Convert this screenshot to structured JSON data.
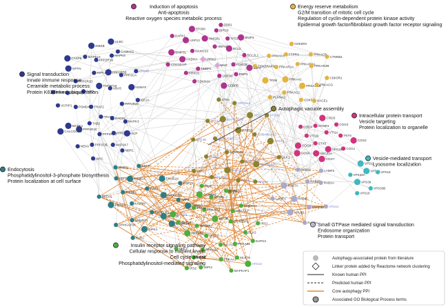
{
  "go_terms": [
    {
      "id": "apoptosis",
      "color": "#b0338f",
      "anchor": "middle",
      "lines": [
        "Induction of apoptosis",
        "Anti-apoptosis",
        "Reactive oxygen species metabolic process"
      ]
    },
    {
      "id": "energy",
      "color": "#e3b440",
      "anchor": "start",
      "lines": [
        "Energy reserve metabolism",
        "G2/M transition of mitotic cell cycle",
        "Regulation of cyclin-dependent protein kinase activity",
        "Epidermal growth factor/fibroblast growth factor receptor signaling"
      ]
    },
    {
      "id": "autophagic",
      "color": "#8a8330",
      "anchor": "start",
      "lines": [
        "Autophagic vacuole assembly"
      ]
    },
    {
      "id": "signal",
      "color": "#2e3a8f",
      "anchor": "start",
      "lines": [
        "Signal transduction",
        "Innate immune response",
        "Ceramide metabolic process",
        "Protein K63-linked ubiquitination"
      ]
    },
    {
      "id": "intracellular",
      "color": "#d1347c",
      "anchor": "start",
      "lines": [
        "Intracellular protein transport",
        "Vesicle targeting",
        "Protein localization to organelle"
      ]
    },
    {
      "id": "vesicle",
      "color": "#3fb8c0",
      "anchor": "start",
      "lines": [
        "Vesicle-mediated transport",
        "Lysosome localization"
      ]
    },
    {
      "id": "endocytosis",
      "color": "#2b7f86",
      "anchor": "start",
      "lines": [
        "Endocytosis",
        "Phosphatidylinositol-3-phosphate biosynthesis",
        "Protein localization at cell surface"
      ]
    },
    {
      "id": "smallgtpase",
      "color": "#b9b9d6",
      "anchor": "start",
      "lines": [
        "Small GTPase mediated signal transduction",
        "Endosome organization",
        "Protein transport"
      ]
    },
    {
      "id": "insulin",
      "color": "#4caf3e",
      "anchor": "end",
      "lines": [
        "Insulin receptor signaling pathway",
        "Cellular response to nutrient levels",
        "Cell cycle arrest",
        "Phosphatidylinositol-mediated signaling"
      ]
    }
  ],
  "legend": {
    "items": [
      {
        "kind": "circle",
        "label": "Autophagy-associated protein from literature"
      },
      {
        "kind": "diamond",
        "label": "Linker protein added by Reactome network clustering"
      },
      {
        "kind": "solid",
        "label": "Known human PPI"
      },
      {
        "kind": "dashed",
        "label": "Predicted human PPI"
      },
      {
        "kind": "orange",
        "label": "Core autophagy PPI"
      },
      {
        "kind": "go",
        "label": "Associated GO Biological Process terms"
      }
    ]
  },
  "colors": {
    "apoptosis": "#b0338f",
    "energy": "#e3b440",
    "autophagic": "#8a8330",
    "signal": "#2e3a8f",
    "intracellular": "#d1347c",
    "vesicle": "#3fb8c0",
    "endocytosis": "#2b7f86",
    "smallgtpase": "#a9a9c9",
    "insulin": "#4caf3e",
    "core_edge": "#e08a3c",
    "ppi_edge": "#c8c8c8"
  },
  "nodes": [
    {
      "label": "LRRK2",
      "c": "apoptosis",
      "shape": "diamond"
    },
    {
      "label": "HNF4A",
      "c": "apoptosis"
    },
    {
      "label": "MAX",
      "c": "apoptosis",
      "shape": "diamond"
    },
    {
      "label": "NANOS3",
      "c": "apoptosis"
    },
    {
      "label": "BCL2",
      "c": "apoptosis"
    },
    {
      "label": "NBBP2",
      "c": "apoptosis"
    },
    {
      "label": "HMGB1",
      "c": "apoptosis"
    },
    {
      "label": "FOXO3",
      "c": "apoptosis"
    },
    {
      "label": "HADHA",
      "c": "apoptosis"
    },
    {
      "label": "TP53",
      "c": "apoptosis"
    },
    {
      "label": "USP10",
      "c": "apoptosis"
    },
    {
      "label": "USP13",
      "c": "apoptosis"
    },
    {
      "label": "BCL2L1",
      "c": "apoptosis"
    },
    {
      "label": "FOXO1",
      "c": "apoptosis"
    },
    {
      "label": "BIRC6",
      "c": "apoptosis"
    },
    {
      "label": "BNIP1",
      "c": "apoptosis"
    },
    {
      "label": "BNIP3L",
      "c": "apoptosis"
    },
    {
      "label": "BNIP3",
      "c": "apoptosis"
    },
    {
      "label": "CDKN2A",
      "c": "apoptosis"
    },
    {
      "label": "EP300",
      "c": "apoptosis"
    },
    {
      "label": "E2F1",
      "c": "apoptosis"
    },
    {
      "label": "CDKN2AIP",
      "c": "apoptosis"
    },
    {
      "label": "DDB1",
      "c": "apoptosis"
    },
    {
      "label": "CEBPB",
      "c": "apoptosis"
    },
    {
      "label": "DAPK1",
      "c": "apoptosis"
    },
    {
      "label": "PRKAA1",
      "c": "energy"
    },
    {
      "label": "PRKAR2A",
      "c": "energy"
    },
    {
      "label": "PRKAR1B",
      "c": "energy"
    },
    {
      "label": "PRKAR1A",
      "c": "energy"
    },
    {
      "label": "PRKAR2B",
      "c": "energy"
    },
    {
      "label": "PRKAG1",
      "c": "energy"
    },
    {
      "label": "FTPRS",
      "c": "energy"
    },
    {
      "label": "PRKACG",
      "c": "energy"
    },
    {
      "label": "TFEB",
      "c": "energy"
    },
    {
      "label": "PRKACB",
      "c": "energy"
    },
    {
      "label": "CDK5",
      "c": "energy"
    },
    {
      "label": "PRKACA",
      "c": "energy"
    },
    {
      "label": "CDK5R1",
      "c": "energy"
    },
    {
      "label": "PLXNA2",
      "c": "energy"
    },
    {
      "label": "CDK5R2",
      "c": "energy"
    },
    {
      "label": "HACE1",
      "c": "energy"
    },
    {
      "label": "CDK5RAP3",
      "c": "energy"
    },
    {
      "label": "CTNNB1",
      "c": "energy"
    },
    {
      "label": "TRAF2",
      "c": "signal"
    },
    {
      "label": "TNFSF10",
      "c": "signal"
    },
    {
      "label": "TRAF6",
      "c": "signal"
    },
    {
      "label": "TAB3",
      "c": "signal"
    },
    {
      "label": "UBA5",
      "c": "signal"
    },
    {
      "label": "TAB2",
      "c": "signal"
    },
    {
      "label": "RIPK1",
      "c": "signal"
    },
    {
      "label": "RAD21",
      "c": "signal"
    },
    {
      "label": "PSMD4",
      "c": "signal"
    },
    {
      "label": "PPP2R5B",
      "c": "signal"
    },
    {
      "label": "PPP2R5D",
      "c": "signal"
    },
    {
      "label": "PPP2R2D",
      "c": "signal"
    },
    {
      "label": "PPP2R2A",
      "c": "signal"
    },
    {
      "label": "PPP2R2C",
      "c": "signal"
    },
    {
      "label": "PPP2R1B",
      "c": "signal"
    },
    {
      "label": "PPP2R2A",
      "c": "signal"
    },
    {
      "label": "PPP2R1A",
      "c": "signal"
    },
    {
      "label": "PPP2CA",
      "c": "signal"
    },
    {
      "label": "PPP2CB",
      "c": "signal"
    },
    {
      "label": "MAPK14",
      "c": "signal"
    },
    {
      "label": "MAPK3",
      "c": "signal"
    },
    {
      "label": "MAPK1",
      "c": "signal"
    },
    {
      "label": "MAPK8",
      "c": "signal"
    },
    {
      "label": "MAP2K7",
      "c": "signal"
    },
    {
      "label": "OPTN",
      "c": "signal"
    },
    {
      "label": "NSMAF",
      "c": "signal"
    },
    {
      "label": "NEK9",
      "c": "signal"
    },
    {
      "label": "IKBKB",
      "c": "signal"
    },
    {
      "label": "VCP",
      "c": "signal"
    },
    {
      "label": "VCPIP1",
      "c": "signal"
    },
    {
      "label": "CAMKK2",
      "c": "signal"
    },
    {
      "label": "WAC",
      "c": "signal"
    },
    {
      "label": "CASP8",
      "c": "signal"
    },
    {
      "label": "KIF2A",
      "c": "signal"
    },
    {
      "label": "CALCOCO2",
      "c": "signal"
    },
    {
      "label": "ULBC",
      "c": "signal"
    },
    {
      "label": "NBR1",
      "c": "signal"
    },
    {
      "label": "RALB",
      "c": "signal"
    },
    {
      "label": "ATG4D",
      "c": "signal"
    },
    {
      "label": "STX5",
      "c": "intracellular"
    },
    {
      "label": "VTI1A",
      "c": "intracellular"
    },
    {
      "label": "SEC22B",
      "c": "intracellular"
    },
    {
      "label": "VTI1B",
      "c": "intracellular"
    },
    {
      "label": "YKT6",
      "c": "intracellular"
    },
    {
      "label": "SEC22A",
      "c": "intracellular"
    },
    {
      "label": "GOSR1",
      "c": "intracellular"
    },
    {
      "label": "COG1",
      "c": "intracellular"
    },
    {
      "label": "COG8",
      "c": "intracellular"
    },
    {
      "label": "COG3",
      "c": "intracellular"
    },
    {
      "label": "COG7",
      "c": "intracellular"
    },
    {
      "label": "COG4",
      "c": "intracellular"
    },
    {
      "label": "COG2",
      "c": "intracellular"
    },
    {
      "label": "COG6",
      "c": "intracellular"
    },
    {
      "label": "COG5",
      "c": "intracellular"
    },
    {
      "label": "VPS39",
      "c": "vesicle"
    },
    {
      "label": "VPS41",
      "c": "vesicle"
    },
    {
      "label": "VPS33B",
      "c": "vesicle"
    },
    {
      "label": "VPS33A",
      "c": "vesicle"
    },
    {
      "label": "VPS18",
      "c": "vesicle"
    },
    {
      "label": "VPS16",
      "c": "vesicle"
    },
    {
      "label": "VPS11",
      "c": "vesicle"
    },
    {
      "label": "RAB5C",
      "c": "smallgtpase"
    },
    {
      "label": "RAB1B",
      "c": "smallgtpase"
    },
    {
      "label": "SNAP25",
      "c": "smallgtpase"
    },
    {
      "label": "RAB7A",
      "c": "smallgtpase"
    },
    {
      "label": "RAB1A",
      "c": "smallgtpase"
    },
    {
      "label": "ARL8B",
      "c": "smallgtpase"
    },
    {
      "label": "RAB5A",
      "c": "smallgtpase"
    },
    {
      "label": "ATG14",
      "c": "smallgtpase"
    },
    {
      "label": "LAMP1",
      "c": "smallgtpase"
    },
    {
      "label": "LAMP2",
      "c": "smallgtpase"
    },
    {
      "label": "RAB8A",
      "c": "smallgtpase"
    },
    {
      "label": "KALRN",
      "c": "endocytosis"
    },
    {
      "label": "RAC1",
      "c": "endocytosis"
    },
    {
      "label": "SH3GLB1",
      "c": "endocytosis"
    },
    {
      "label": "PIK3R1",
      "c": "endocytosis"
    },
    {
      "label": "SH3GLB2",
      "c": "endocytosis"
    },
    {
      "label": "SMURF1",
      "c": "endocytosis"
    },
    {
      "label": "PIK3CA",
      "c": "endocytosis"
    },
    {
      "label": "PIK3CB",
      "c": "endocytosis"
    },
    {
      "label": "PIK3C3",
      "c": "endocytosis"
    },
    {
      "label": "PIK3C2A",
      "c": "endocytosis"
    },
    {
      "label": "RIPK1",
      "c": "endocytosis"
    },
    {
      "label": "ARF6",
      "c": "endocytosis"
    },
    {
      "label": "ARF1",
      "c": "endocytosis"
    },
    {
      "label": "ARHGAP26",
      "c": "endocytosis"
    },
    {
      "label": "EGFR",
      "c": "endocytosis"
    },
    {
      "label": "MTMR14",
      "c": "endocytosis"
    },
    {
      "label": "BECN1",
      "c": "endocytosis"
    },
    {
      "label": "COPZ1",
      "c": "endocytosis"
    },
    {
      "label": "RAB1",
      "c": "endocytosis"
    },
    {
      "label": "DNM1L",
      "c": "endocytosis"
    },
    {
      "label": "DNM1",
      "c": "endocytosis"
    },
    {
      "label": "SQSTM1",
      "c": "autophagic"
    },
    {
      "label": "RAB1B",
      "c": "autophagic"
    },
    {
      "label": "GABARAP",
      "c": "autophagic"
    },
    {
      "label": "GABARAPL1",
      "c": "autophagic"
    },
    {
      "label": "GABARAPL2",
      "c": "autophagic"
    },
    {
      "label": "MAP1LC3A",
      "c": "autophagic"
    },
    {
      "label": "MAP1LC3B",
      "c": "autophagic"
    },
    {
      "label": "MAP1LC3C",
      "c": "autophagic"
    },
    {
      "label": "ATG5",
      "c": "autophagic"
    },
    {
      "label": "ATG7",
      "c": "autophagic"
    },
    {
      "label": "ATG3",
      "c": "autophagic"
    },
    {
      "label": "ATG10",
      "c": "autophagic"
    },
    {
      "label": "ATG12",
      "c": "autophagic"
    },
    {
      "label": "ATG16L1",
      "c": "autophagic"
    },
    {
      "label": "ATG16L2",
      "c": "autophagic"
    },
    {
      "label": "ATG4A",
      "c": "autophagic"
    },
    {
      "label": "ATG4B",
      "c": "autophagic"
    },
    {
      "label": "ATG4C",
      "c": "autophagic"
    },
    {
      "label": "STK3",
      "c": "autophagic"
    },
    {
      "label": "STK4",
      "c": "autophagic"
    },
    {
      "label": "ULK1",
      "c": "autophagic"
    },
    {
      "label": "ULK2",
      "c": "autophagic"
    },
    {
      "label": "STAT3",
      "c": "insulin"
    },
    {
      "label": "MTOR",
      "c": "insulin"
    },
    {
      "label": "RICTOR",
      "c": "insulin"
    },
    {
      "label": "RPTOR",
      "c": "insulin"
    },
    {
      "label": "EIF4EBP1",
      "c": "insulin"
    },
    {
      "label": "PRKAG2",
      "c": "insulin"
    },
    {
      "label": "PRKAG3",
      "c": "insulin"
    },
    {
      "label": "PRKAB1",
      "c": "insulin"
    },
    {
      "label": "PRKAB2",
      "c": "insulin"
    },
    {
      "label": "PRKAA2",
      "c": "insulin"
    },
    {
      "label": "PRKAA1",
      "c": "insulin"
    },
    {
      "label": "STK11",
      "c": "insulin"
    },
    {
      "label": "ULK3",
      "c": "insulin"
    },
    {
      "label": "SAFB2",
      "c": "insulin"
    },
    {
      "label": "MTOR",
      "c": "insulin"
    },
    {
      "label": "MLST8",
      "c": "insulin"
    },
    {
      "label": "AKT1S1",
      "c": "insulin"
    },
    {
      "label": "AMBRA1",
      "c": "insulin"
    },
    {
      "label": "WIPI2",
      "c": "insulin"
    },
    {
      "label": "CAMKK2",
      "c": "insulin"
    },
    {
      "label": "DAPK3",
      "c": "insulin"
    },
    {
      "label": "DKC1",
      "c": "insulin"
    },
    {
      "label": "GYS1",
      "c": "insulin"
    },
    {
      "label": "MAPKAP1",
      "c": "insulin"
    },
    {
      "label": "ATG13",
      "c": "insulin"
    },
    {
      "label": "IRS1",
      "c": "insulin"
    },
    {
      "label": "IRS2",
      "c": "insulin"
    },
    {
      "label": "ITLS",
      "c": "insulin"
    },
    {
      "label": "ATG13",
      "c": "insulin"
    }
  ]
}
